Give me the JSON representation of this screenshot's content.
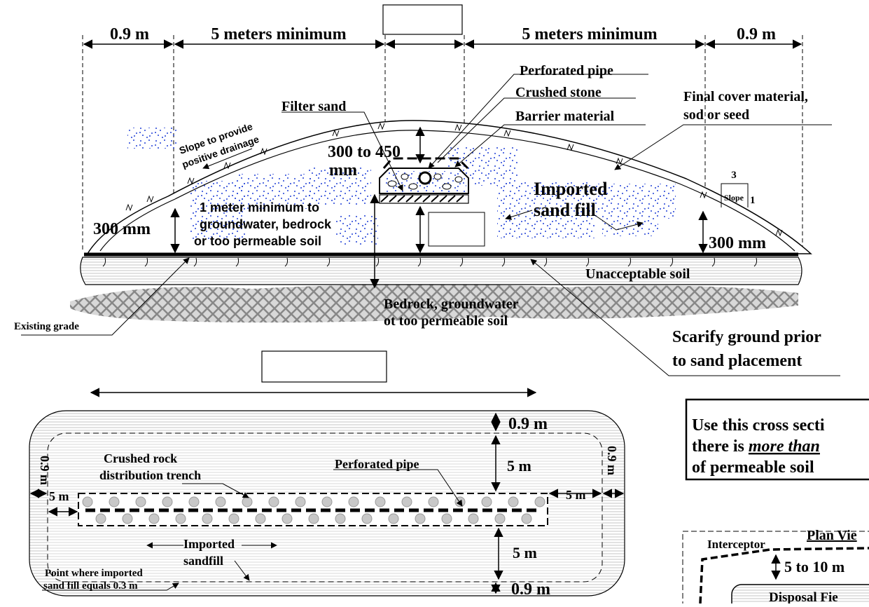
{
  "section": {
    "dims": {
      "side_left": "0.9 m",
      "min_left": "5 meters minimum",
      "min_right": "5 meters minimum",
      "side_right": "0.9 m"
    },
    "labels": {
      "perforated_pipe": "Perforated pipe",
      "crushed_stone": "Crushed stone",
      "barrier_material": "Barrier material",
      "final_cover_1": "Final cover material,",
      "final_cover_2": "sod or seed",
      "filter_sand": "Filter sand",
      "slope_1": "Slope to provide",
      "slope_2": "positive drainage",
      "depth_cover_1": "300 to 450",
      "depth_cover_2": "mm",
      "imported_1": "Imported",
      "imported_2": "sand fill",
      "ratio_top": "3",
      "ratio_slope": "Slope",
      "ratio_right": "1",
      "toe_left": "300 mm",
      "toe_right": "300 mm",
      "min_gw_1": "1 meter minimum to",
      "min_gw_2": "groundwater, bedrock",
      "min_gw_3": "or too permeable soil",
      "unacceptable": "Unacceptable soil",
      "bedrock_1": "Bedrock, groundwater",
      "bedrock_2": "ot too permeable soil",
      "existing_grade": "Existing grade",
      "scarify_1": "Scarify ground prior",
      "scarify_2": "to sand placement"
    }
  },
  "plan": {
    "dims": {
      "top": "0.9 m",
      "bottom": "0.9 m",
      "left": "0.9 m",
      "right": "0.9 m",
      "upper_gap": "5 m",
      "lower_gap": "5 m",
      "left_gap": "5 m",
      "right_gap": "5 m"
    },
    "labels": {
      "trench_1": "Crushed rock",
      "trench_2": "distribution trench",
      "pipe": "Perforated pipe",
      "imported_1": "Imported",
      "imported_2": "sandfill",
      "point_1": "Point where imported",
      "point_2": "sand fill equals 0.3 m"
    }
  },
  "note": {
    "line1": "Use this cross secti",
    "line2_a": "there is ",
    "line2_b": "more than",
    "line3": "of permeable soil"
  },
  "inset": {
    "title": "Plan Vie",
    "interceptor": "Interceptor",
    "gap": "5 to 10 m",
    "field": "Disposal Fie"
  }
}
